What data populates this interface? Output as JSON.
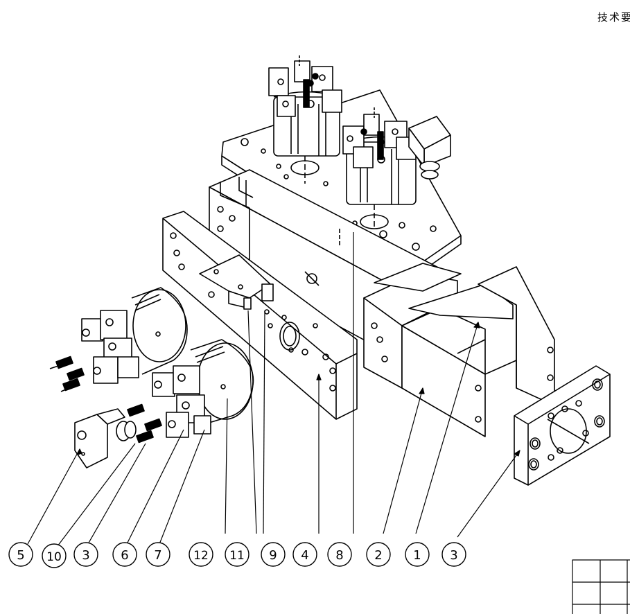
{
  "drawing": {
    "technical_note": "技术要",
    "balloons": [
      "5",
      "10",
      "3",
      "6",
      "7",
      "12",
      "11",
      "9",
      "4",
      "8",
      "2",
      "1",
      "3"
    ],
    "line_color": "#000000",
    "background": "#ffffff"
  }
}
